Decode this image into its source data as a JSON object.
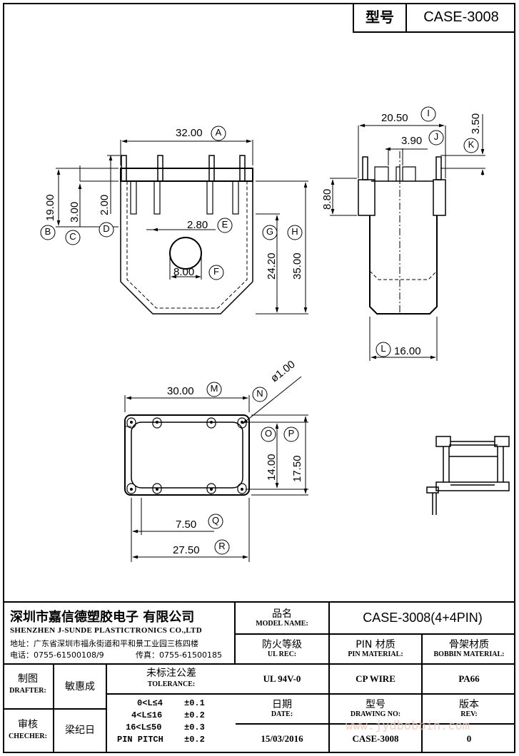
{
  "header": {
    "type_label": "型号",
    "type_value": "CASE-3008"
  },
  "dims": {
    "a": "32.00",
    "b": "19.00",
    "c": "3.00",
    "d": "2.00",
    "e": "2.80",
    "f": "8.00",
    "g": "24.20",
    "h": "35.00",
    "i": "20.50",
    "j": "3.90",
    "k": "3.50",
    "side_h": "8.80",
    "l": "16.00",
    "m": "30.00",
    "n": "ø1.00",
    "o": "14.00",
    "p": "17.50",
    "q": "7.50",
    "r": "27.50"
  },
  "markers": [
    "A",
    "B",
    "C",
    "D",
    "E",
    "F",
    "G",
    "H",
    "I",
    "J",
    "K",
    "L",
    "M",
    "N",
    "O",
    "P",
    "Q",
    "R"
  ],
  "company": {
    "name_cn": "深圳市嘉信德塑胶电子 有限公司",
    "name_en": "SHENZHEN J-SUNDE PLASTICTRONICS CO.,LTD",
    "address": "地址：广东省深圳市福永街道和平和景工业园三栋四楼",
    "phone": "电话：0755-61500108/9",
    "fax": "传真：0755-61500185"
  },
  "model": {
    "label_cn": "品名",
    "label_en": "MODEL NAME:",
    "value": "CASE-3008(4+4PIN)"
  },
  "ul": {
    "label_cn": "防火等级",
    "label_en": "UL REC:",
    "value": "UL 94V-0"
  },
  "pin_material": {
    "label_cn": "PIN 材质",
    "label_en": "PIN MATERIAL:",
    "value": "CP WIRE"
  },
  "bobbin_material": {
    "label_cn": "骨架材质",
    "label_en": "BOBBIN MATERIAL:",
    "value": "PA66"
  },
  "drafter": {
    "label_cn": "制图",
    "label_en": "DRAFTER:",
    "name": "敏惠成"
  },
  "checker": {
    "label_cn": "审核",
    "label_en": "CHECHER:",
    "name": "梁纪日"
  },
  "tolerance": {
    "label_cn": "未标注公差",
    "label_en": "TOLERANCE:",
    "rows": [
      {
        "range": "0<L≤4",
        "value": "±0.1"
      },
      {
        "range": "4<L≤16",
        "value": "±0.2"
      },
      {
        "range": "16<L≤50",
        "value": "±0.3"
      },
      {
        "range": "PIN PITCH",
        "value": "±0.2"
      }
    ]
  },
  "date": {
    "label_cn": "日期",
    "label_en": "DATE:",
    "value": "15/03/2016"
  },
  "drawing_no": {
    "label_cn": "型号",
    "label_en": "DRAWING NO:",
    "value": "CASE-3008"
  },
  "rev": {
    "label_cn": "版本",
    "label_en": "REV:",
    "value": "0"
  },
  "watermark": "www.jydbobbin.com"
}
